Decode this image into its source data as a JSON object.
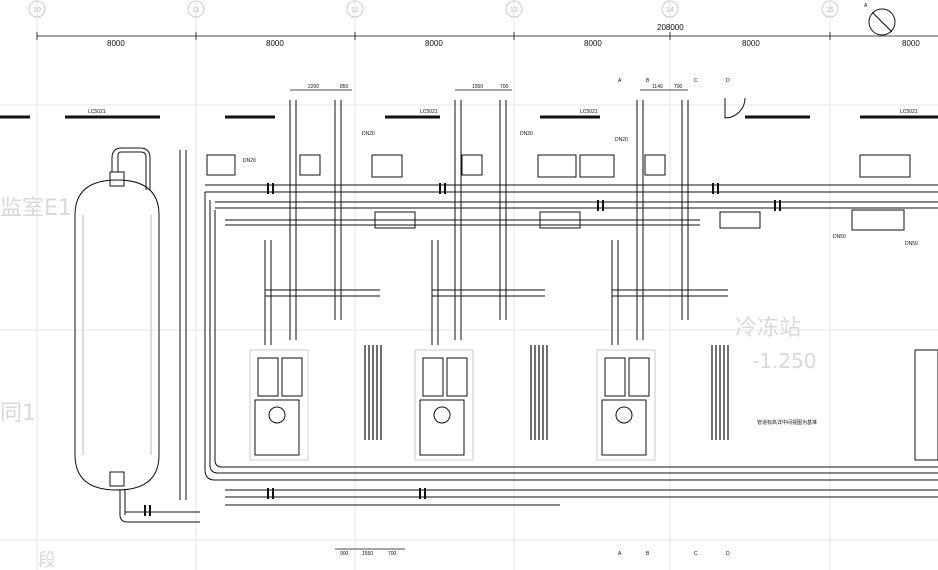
{
  "drawing": {
    "overall_dimension": "208000",
    "bay_dimensions": [
      "8000",
      "8000",
      "8000",
      "8000",
      "8000",
      "8000"
    ],
    "axis_labels": [
      "10",
      "11",
      "12",
      "13",
      "14",
      "15"
    ],
    "grid_letters_top": [
      "A",
      "B",
      "C",
      "D"
    ],
    "grid_letters_bottom": [
      "A",
      "B",
      "C",
      "D"
    ],
    "top_dims_group1": [
      "2200",
      "850"
    ],
    "top_dims_group2": [
      "1950",
      "700"
    ],
    "top_dims_group3": [
      "1149",
      "700"
    ],
    "bottom_dims": [
      "900",
      "1550",
      "700"
    ],
    "pipe_dn20_labels": [
      "DN20",
      "DN20",
      "DN20",
      "DN20"
    ],
    "pipe_dn50": "DN50",
    "pipe_dn50_b": "DN50",
    "room_label_left_1": "监室E1",
    "room_label_left_2": "同1",
    "room_label_right": "冷冻站",
    "elevation": "-1.250",
    "note_text": "管道标高详中间视图为基准",
    "bottom_label": "段",
    "column_tag_1": "LC5021",
    "column_tag_2": "LC5021",
    "column_tag_3": "LC5021",
    "column_tag_4": "LC5021"
  }
}
